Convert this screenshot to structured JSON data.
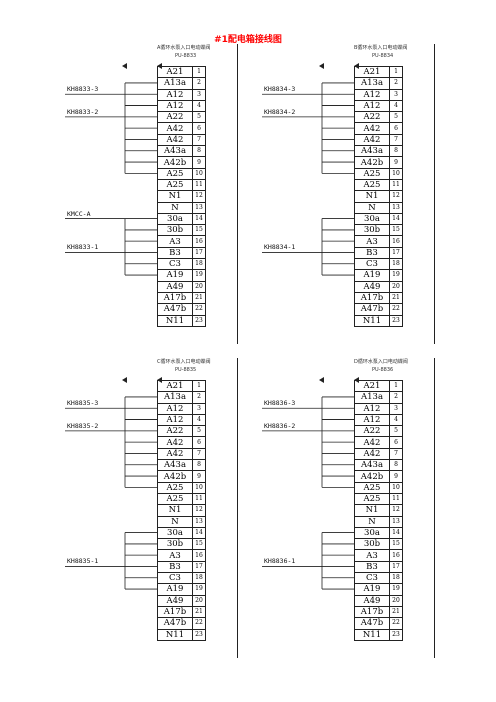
{
  "title": "#1配电箱接线图",
  "terminals": [
    {
      "name": "A21",
      "num": "1"
    },
    {
      "name": "A13a",
      "num": "2"
    },
    {
      "name": "A12",
      "num": "3"
    },
    {
      "name": "A12",
      "num": "4"
    },
    {
      "name": "A22",
      "num": "5"
    },
    {
      "name": "A42",
      "num": "6"
    },
    {
      "name": "A42",
      "num": "7"
    },
    {
      "name": "A43a",
      "num": "8"
    },
    {
      "name": "A42b",
      "num": "9"
    },
    {
      "name": "A25",
      "num": "10"
    },
    {
      "name": "A25",
      "num": "11"
    },
    {
      "name": "N1",
      "num": "12"
    },
    {
      "name": "N",
      "num": "13"
    },
    {
      "name": "30a",
      "num": "14"
    },
    {
      "name": "30b",
      "num": "15"
    },
    {
      "name": "A3",
      "num": "16"
    },
    {
      "name": "B3",
      "num": "17"
    },
    {
      "name": "C3",
      "num": "18"
    },
    {
      "name": "A19",
      "num": "19"
    },
    {
      "name": "A49",
      "num": "20"
    },
    {
      "name": "A17b",
      "num": "21"
    },
    {
      "name": "A47b",
      "num": "22"
    },
    {
      "name": "N11",
      "num": "23"
    }
  ],
  "panels": [
    {
      "header_line1": "A循环水泵入口电动蝶阀",
      "header_line2": "PU-8833",
      "cable_3": "KH8833-3",
      "cable_2": "KH8833-2",
      "cable_a": "KMCC-A",
      "cable_1": "KH8833-1"
    },
    {
      "header_line1": "B循环水泵入口电动蝶阀",
      "header_line2": "PU-8834",
      "cable_3": "KH8834-3",
      "cable_2": "KH8834-2",
      "cable_a": "",
      "cable_1": "KH8834-1"
    },
    {
      "header_line1": "C循环水泵入口电动蝶阀",
      "header_line2": "PU-8835",
      "cable_3": "KH8835-3",
      "cable_2": "KH8835-2",
      "cable_a": "",
      "cable_1": "KH8835-1"
    },
    {
      "header_line1": "D循环水泵入口电动蝶阀",
      "header_line2": "PU-8836",
      "cable_3": "KH8836-3",
      "cable_2": "KH8836-2",
      "cable_a": "",
      "cable_1": "KH8836-1"
    }
  ]
}
